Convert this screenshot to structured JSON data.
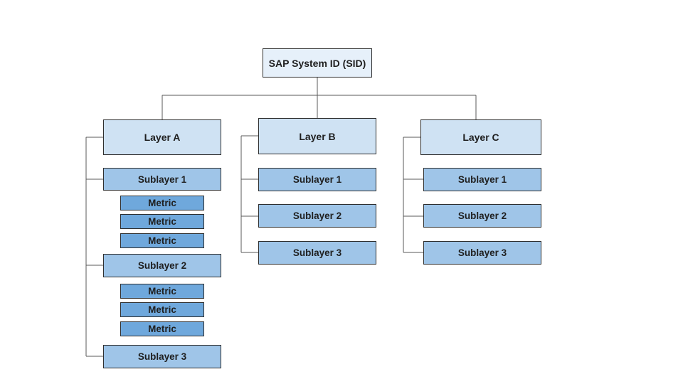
{
  "root": {
    "label": "SAP System ID (SID)"
  },
  "layers": [
    {
      "label": "Layer A",
      "sublayers": [
        {
          "label": "Sublayer 1",
          "metrics": [
            "Metric",
            "Metric",
            "Metric"
          ]
        },
        {
          "label": "Sublayer 2",
          "metrics": [
            "Metric",
            "Metric",
            "Metric"
          ]
        },
        {
          "label": "Sublayer 3",
          "metrics": []
        }
      ]
    },
    {
      "label": "Layer B",
      "sublayers": [
        {
          "label": "Sublayer 1",
          "metrics": []
        },
        {
          "label": "Sublayer 2",
          "metrics": []
        },
        {
          "label": "Sublayer 3",
          "metrics": []
        }
      ]
    },
    {
      "label": "Layer C",
      "sublayers": [
        {
          "label": "Sublayer 1",
          "metrics": []
        },
        {
          "label": "Sublayer 2",
          "metrics": []
        },
        {
          "label": "Sublayer 3",
          "metrics": []
        }
      ]
    }
  ],
  "colors": {
    "root_fill": "#e6f0fa",
    "layer_fill": "#cfe2f3",
    "sublayer_fill": "#9fc5e8",
    "metric_fill": "#6fa8dc",
    "border": "#2e2e2e",
    "connector": "#595959"
  }
}
